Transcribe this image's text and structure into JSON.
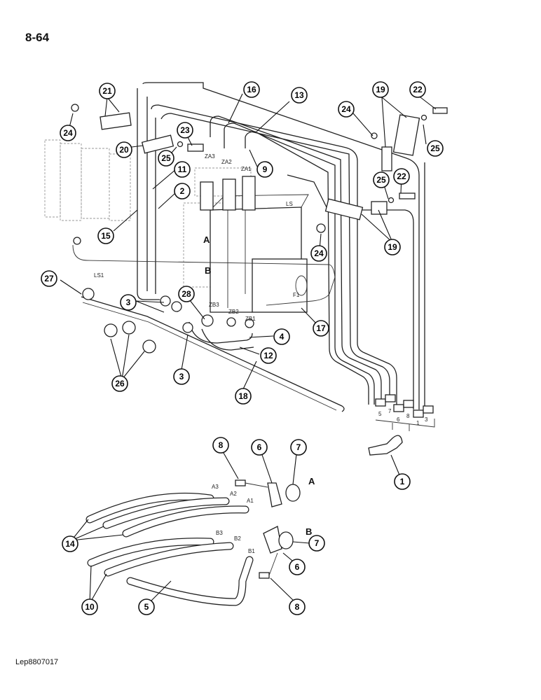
{
  "page": {
    "number": "8-64",
    "reference": "Lep8807017"
  },
  "callouts": [
    {
      "id": "c1",
      "num": "1"
    },
    {
      "id": "c2",
      "num": "2"
    },
    {
      "id": "c3a",
      "num": "3"
    },
    {
      "id": "c3b",
      "num": "3"
    },
    {
      "id": "c4",
      "num": "4"
    },
    {
      "id": "c5",
      "num": "5"
    },
    {
      "id": "c6a",
      "num": "6"
    },
    {
      "id": "c6b",
      "num": "6"
    },
    {
      "id": "c7a",
      "num": "7"
    },
    {
      "id": "c7b",
      "num": "7"
    },
    {
      "id": "c8a",
      "num": "8"
    },
    {
      "id": "c8b",
      "num": "8"
    },
    {
      "id": "c9",
      "num": "9"
    },
    {
      "id": "c10",
      "num": "10"
    },
    {
      "id": "c11",
      "num": "11"
    },
    {
      "id": "c12",
      "num": "12"
    },
    {
      "id": "c13",
      "num": "13"
    },
    {
      "id": "c14",
      "num": "14"
    },
    {
      "id": "c15",
      "num": "15"
    },
    {
      "id": "c16",
      "num": "16"
    },
    {
      "id": "c17",
      "num": "17"
    },
    {
      "id": "c18",
      "num": "18"
    },
    {
      "id": "c19a",
      "num": "19"
    },
    {
      "id": "c19b",
      "num": "19"
    },
    {
      "id": "c20",
      "num": "20"
    },
    {
      "id": "c21",
      "num": "21"
    },
    {
      "id": "c22a",
      "num": "22"
    },
    {
      "id": "c22b",
      "num": "22"
    },
    {
      "id": "c23",
      "num": "23"
    },
    {
      "id": "c24a",
      "num": "24"
    },
    {
      "id": "c24b",
      "num": "24"
    },
    {
      "id": "c24c",
      "num": "24"
    },
    {
      "id": "c25a",
      "num": "25"
    },
    {
      "id": "c25b",
      "num": "25"
    },
    {
      "id": "c25c",
      "num": "25"
    },
    {
      "id": "c26",
      "num": "26"
    },
    {
      "id": "c27",
      "num": "27"
    },
    {
      "id": "c28",
      "num": "28"
    }
  ],
  "port_labels": {
    "za3": "ZA3",
    "za2": "ZA2",
    "za1": "ZA1",
    "ls": "LS",
    "ls1": "LS1",
    "zb3": "ZB3",
    "zb2": "ZB2",
    "zb1": "ZB1",
    "f1": "F1",
    "a3": "A3",
    "a2": "A2",
    "a1": "A1",
    "b3": "B3",
    "b2": "B2",
    "b1": "B1",
    "port_a": "A",
    "port_b": "B",
    "block_a": "A",
    "block_b": "B",
    "end5": "5",
    "end7": "7",
    "end6": "6",
    "end8": "8",
    "end1": "1",
    "end3": "3"
  }
}
